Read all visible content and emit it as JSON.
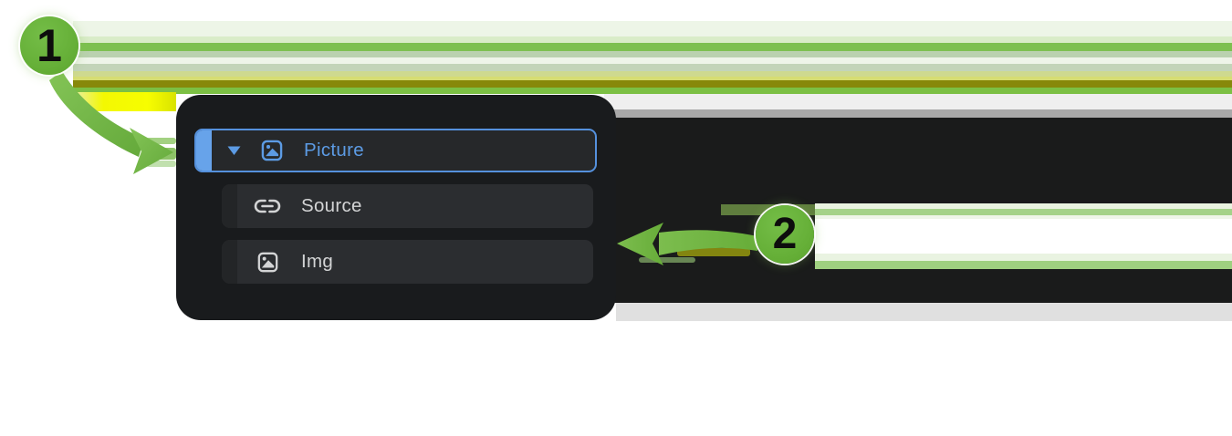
{
  "colors": {
    "annotation_green": "#67b43c",
    "selection_blue": "#5591dd",
    "selected_text_blue": "#5c9be4",
    "panel_background": "#191b1d",
    "row_background": "#2b2d30",
    "child_text_gray": "#d3d4d5"
  },
  "tree_panel": {
    "items": [
      {
        "label": "Picture",
        "icon": "picture-icon",
        "selected": true,
        "expanded": true,
        "indent": 0
      },
      {
        "label": "Source",
        "icon": "link-icon",
        "selected": false,
        "indent": 1
      },
      {
        "label": "Img",
        "icon": "image-icon",
        "selected": false,
        "indent": 1
      }
    ]
  },
  "annotations": {
    "badges": [
      {
        "number": "1"
      },
      {
        "number": "2"
      }
    ]
  }
}
